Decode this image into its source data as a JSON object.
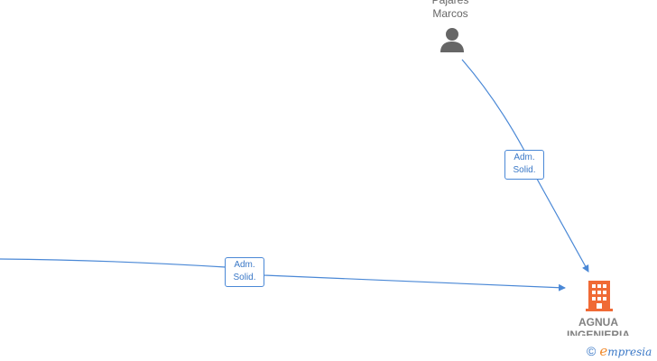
{
  "nodes": {
    "person": {
      "name_line1": "Pajares",
      "name_line2": "Marcos",
      "icon": "person-icon",
      "color": "#666666"
    },
    "company": {
      "name_line1": "AGNUA",
      "name_line2": "INGENIERIA",
      "icon": "office-building-icon",
      "color": "#f06a35"
    }
  },
  "edges": [
    {
      "from": "person",
      "to": "company",
      "label_line1": "Adm.",
      "label_line2": "Solid."
    },
    {
      "from": "off-screen",
      "to": "company",
      "label_line1": "Adm.",
      "label_line2": "Solid."
    }
  ],
  "footer": {
    "copyright": "©",
    "brand_initial": "e",
    "brand_rest": "mpresia"
  },
  "edge_color": "#4a88d6"
}
